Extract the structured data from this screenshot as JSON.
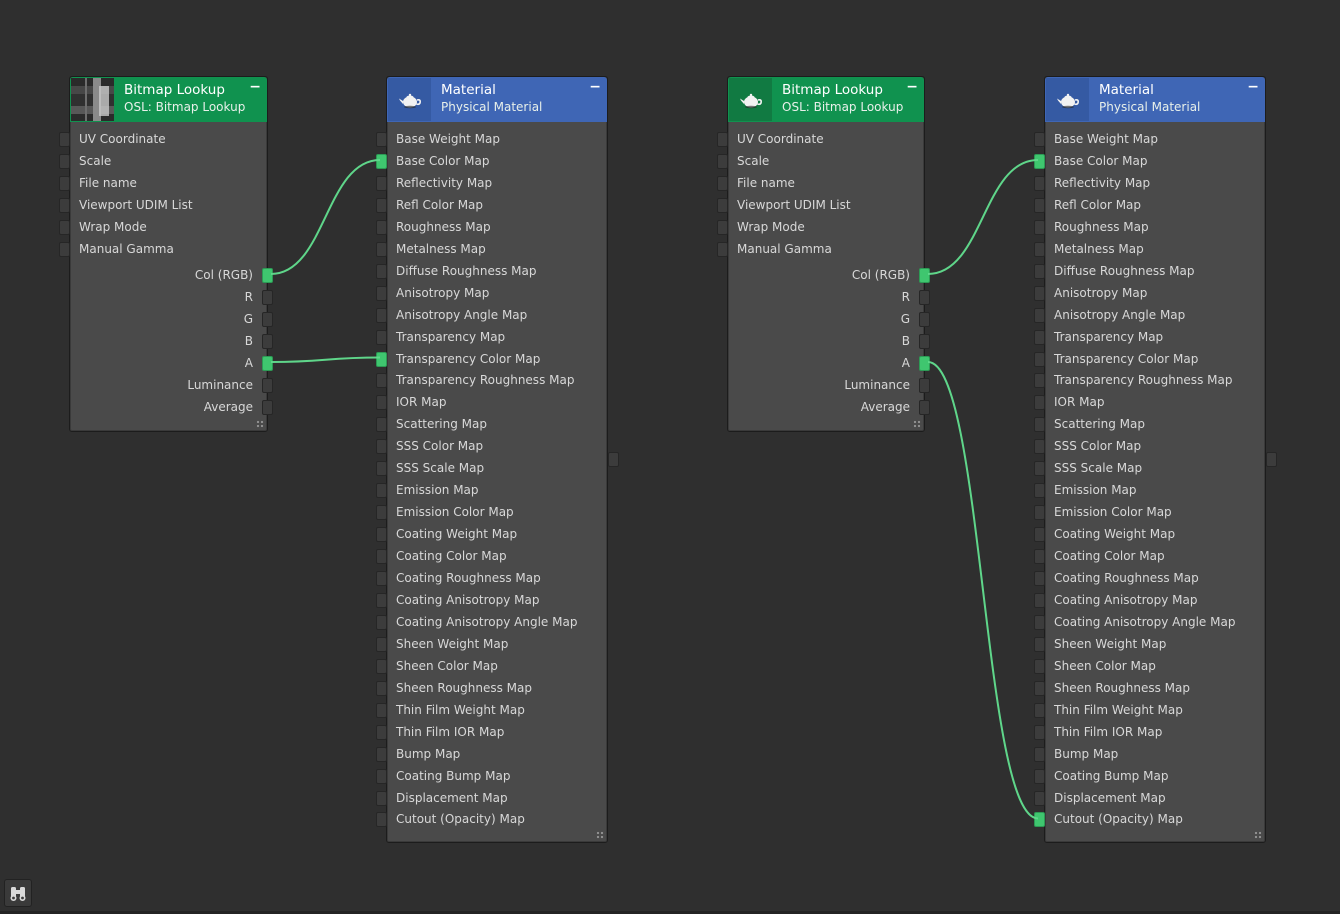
{
  "nodes": [
    {
      "id": "bitmap-lookup-1",
      "title": "Bitmap Lookup",
      "subtitle": "OSL: Bitmap Lookup",
      "collapse": "−",
      "kind": "bitmap",
      "thumb": "bitmap-thumbnail",
      "header_color": "#10924f",
      "inputs": [
        "UV Coordinate",
        "Scale",
        "File name",
        "Viewport UDIM List",
        "Wrap Mode",
        "Manual Gamma"
      ],
      "outputs": [
        "Col (RGB)",
        "R",
        "G",
        "B",
        "A",
        "Luminance",
        "Average"
      ],
      "connected_outputs": [
        "Col (RGB)",
        "A"
      ]
    },
    {
      "id": "material-1",
      "title": "Material",
      "subtitle": "Physical Material",
      "collapse": "−",
      "kind": "material",
      "thumb": "teapot-icon",
      "header_color": "#3f66b5",
      "inputs": [
        "Base Weight Map",
        "Base Color Map",
        "Reflectivity Map",
        "Refl Color Map",
        "Roughness Map",
        "Metalness Map",
        "Diffuse Roughness Map",
        "Anisotropy Map",
        "Anisotropy Angle Map",
        "Transparency Map",
        "Transparency Color Map",
        "Transparency Roughness Map",
        "IOR Map",
        "Scattering Map",
        "SSS Color Map",
        "SSS Scale Map",
        "Emission Map",
        "Emission Color Map",
        "Coating Weight Map",
        "Coating Color Map",
        "Coating Roughness Map",
        "Coating Anisotropy Map",
        "Coating Anisotropy Angle Map",
        "Sheen Weight Map",
        "Sheen Color Map",
        "Sheen Roughness Map",
        "Thin Film Weight Map",
        "Thin Film IOR Map",
        "Bump Map",
        "Coating Bump Map",
        "Displacement Map",
        "Cutout (Opacity) Map"
      ],
      "connected_inputs": [
        "Base Color Map",
        "Transparency Color Map"
      ]
    },
    {
      "id": "bitmap-lookup-2",
      "title": "Bitmap Lookup",
      "subtitle": "OSL: Bitmap Lookup",
      "collapse": "−",
      "kind": "bitmap",
      "thumb": "teapot-icon",
      "header_color": "#10924f",
      "inputs": [
        "UV Coordinate",
        "Scale",
        "File name",
        "Viewport UDIM List",
        "Wrap Mode",
        "Manual Gamma"
      ],
      "outputs": [
        "Col (RGB)",
        "R",
        "G",
        "B",
        "A",
        "Luminance",
        "Average"
      ],
      "connected_outputs": [
        "Col (RGB)",
        "A"
      ]
    },
    {
      "id": "material-2",
      "title": "Material",
      "subtitle": "Physical Material",
      "collapse": "−",
      "kind": "material",
      "thumb": "teapot-icon",
      "header_color": "#3f66b5",
      "inputs": [
        "Base Weight Map",
        "Base Color Map",
        "Reflectivity Map",
        "Refl Color Map",
        "Roughness Map",
        "Metalness Map",
        "Diffuse Roughness Map",
        "Anisotropy Map",
        "Anisotropy Angle Map",
        "Transparency Map",
        "Transparency Color Map",
        "Transparency Roughness Map",
        "IOR Map",
        "Scattering Map",
        "SSS Color Map",
        "SSS Scale Map",
        "Emission Map",
        "Emission Color Map",
        "Coating Weight Map",
        "Coating Color Map",
        "Coating Roughness Map",
        "Coating Anisotropy Map",
        "Coating Anisotropy Angle Map",
        "Sheen Weight Map",
        "Sheen Color Map",
        "Sheen Roughness Map",
        "Thin Film Weight Map",
        "Thin Film IOR Map",
        "Bump Map",
        "Coating Bump Map",
        "Displacement Map",
        "Cutout (Opacity) Map"
      ],
      "connected_inputs": [
        "Base Color Map",
        "Cutout (Opacity) Map"
      ]
    }
  ],
  "connections": [
    {
      "from_node": "bitmap-lookup-1",
      "from_port": "Col (RGB)",
      "to_node": "material-1",
      "to_port": "Base Color Map"
    },
    {
      "from_node": "bitmap-lookup-1",
      "from_port": "A",
      "to_node": "material-1",
      "to_port": "Transparency Color Map"
    },
    {
      "from_node": "bitmap-lookup-2",
      "from_port": "Col (RGB)",
      "to_node": "material-2",
      "to_port": "Base Color Map"
    },
    {
      "from_node": "bitmap-lookup-2",
      "from_port": "A",
      "to_node": "material-2",
      "to_port": "Cutout (Opacity) Map"
    }
  ],
  "colors": {
    "background": "#2f2f2f",
    "node_body": "#4a4a4a",
    "wire": "#5fd68a",
    "port_active": "#3fc66f",
    "port_idle": "#3c3c3c"
  },
  "toolbar": {
    "binoculars_icon": "binoculars-icon"
  }
}
